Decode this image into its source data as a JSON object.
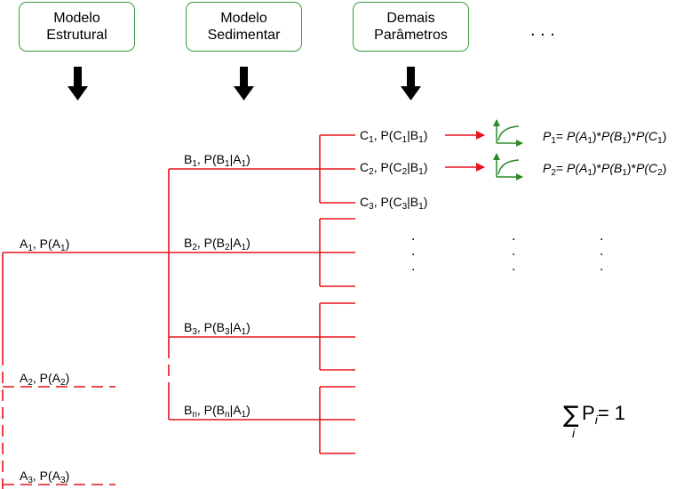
{
  "headers": [
    {
      "line1": "Modelo",
      "line2": "Estrutural"
    },
    {
      "line1": "Modelo",
      "line2": "Sedimentar"
    },
    {
      "line1": "Demais",
      "line2": "Parâmetros"
    }
  ],
  "header_ellipsis": ". . .",
  "level_a": [
    {
      "base": "A",
      "sub": "1",
      "p_open": ", P(A",
      "p_sub": "1",
      "p_close": ")"
    },
    {
      "base": "A",
      "sub": "2",
      "p_open": ", P(A",
      "p_sub": "2",
      "p_close": ")"
    },
    {
      "base": "A",
      "sub": "3",
      "p_open": ", P(A",
      "p_sub": "3",
      "p_close": ")"
    }
  ],
  "level_b": [
    {
      "base": "B",
      "sub": "1",
      "mid": ", P(B",
      "msub": "1",
      "cond": "|A",
      "csub": "1",
      "close": ")"
    },
    {
      "base": "B",
      "sub": "2",
      "mid": ", P(B",
      "msub": "2",
      "cond": "|A",
      "csub": "1",
      "close": ")"
    },
    {
      "base": "B",
      "sub": "3",
      "mid": ", P(B",
      "msub": "3",
      "cond": "|A",
      "csub": "1",
      "close": ")"
    },
    {
      "base": "B",
      "sub": "n",
      "mid": ", P(B",
      "msub": "n",
      "cond": "|A",
      "csub": "1",
      "close": ")"
    }
  ],
  "level_c": [
    {
      "base": "C",
      "sub": "1",
      "mid": ", P(C",
      "msub": "1",
      "cond": "|B",
      "csub": "1",
      "close": ")"
    },
    {
      "base": "C",
      "sub": "2",
      "mid": ", P(C",
      "msub": "2",
      "cond": "|B",
      "csub": "1",
      "close": ")"
    },
    {
      "base": "C",
      "sub": "3",
      "mid": ", P(C",
      "msub": "3",
      "cond": "|B",
      "csub": "1",
      "close": ")"
    }
  ],
  "results": [
    {
      "p": "P",
      "psub": "1",
      "eq": "= ",
      "a": "P(A",
      "asub": "1",
      "ab": ")*",
      "b": "P(B",
      "bsub": "1",
      "bb": ")*",
      "c": "P(C",
      "csub": "1",
      "cb": ")"
    },
    {
      "p": "P",
      "psub": "2",
      "eq": "= ",
      "a": "P(A",
      "asub": "1",
      "ab": ")*",
      "b": "P(B",
      "bsub": "1",
      "bb": ")*",
      "c": "P(C",
      "csub": "2",
      "cb": ")"
    }
  ],
  "sum_formula": {
    "sigma": "∑",
    "index": "i",
    "p": "P",
    "psub": "i",
    "rhs": "= 1"
  },
  "dot": ".",
  "colors": {
    "branch": "#e8141a",
    "header_border": "#3a9a3a",
    "curve": "#2a8a2a",
    "arrow": "#000000"
  },
  "icons": [
    "down-arrow-icon",
    "right-arrow-icon",
    "distribution-curve-icon"
  ]
}
